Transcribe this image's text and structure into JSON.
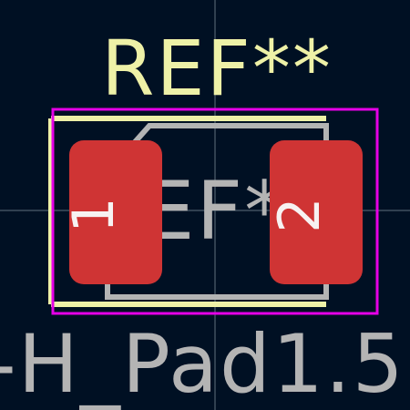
{
  "editor": {
    "background_color": "#001023",
    "crosshair_color": "#5f6f7d"
  },
  "footprint": {
    "reference_text": "REF**",
    "fab_reference_text": "EF*",
    "value_text": "-H_Pad1.5",
    "layers": {
      "silkscreen_color": "#eef1a7",
      "fab_color": "#b4b4b4",
      "courtyard_color": "#e600e6",
      "pad_color": "#cf3434"
    },
    "pads": [
      {
        "number": "1"
      },
      {
        "number": "2"
      }
    ]
  }
}
